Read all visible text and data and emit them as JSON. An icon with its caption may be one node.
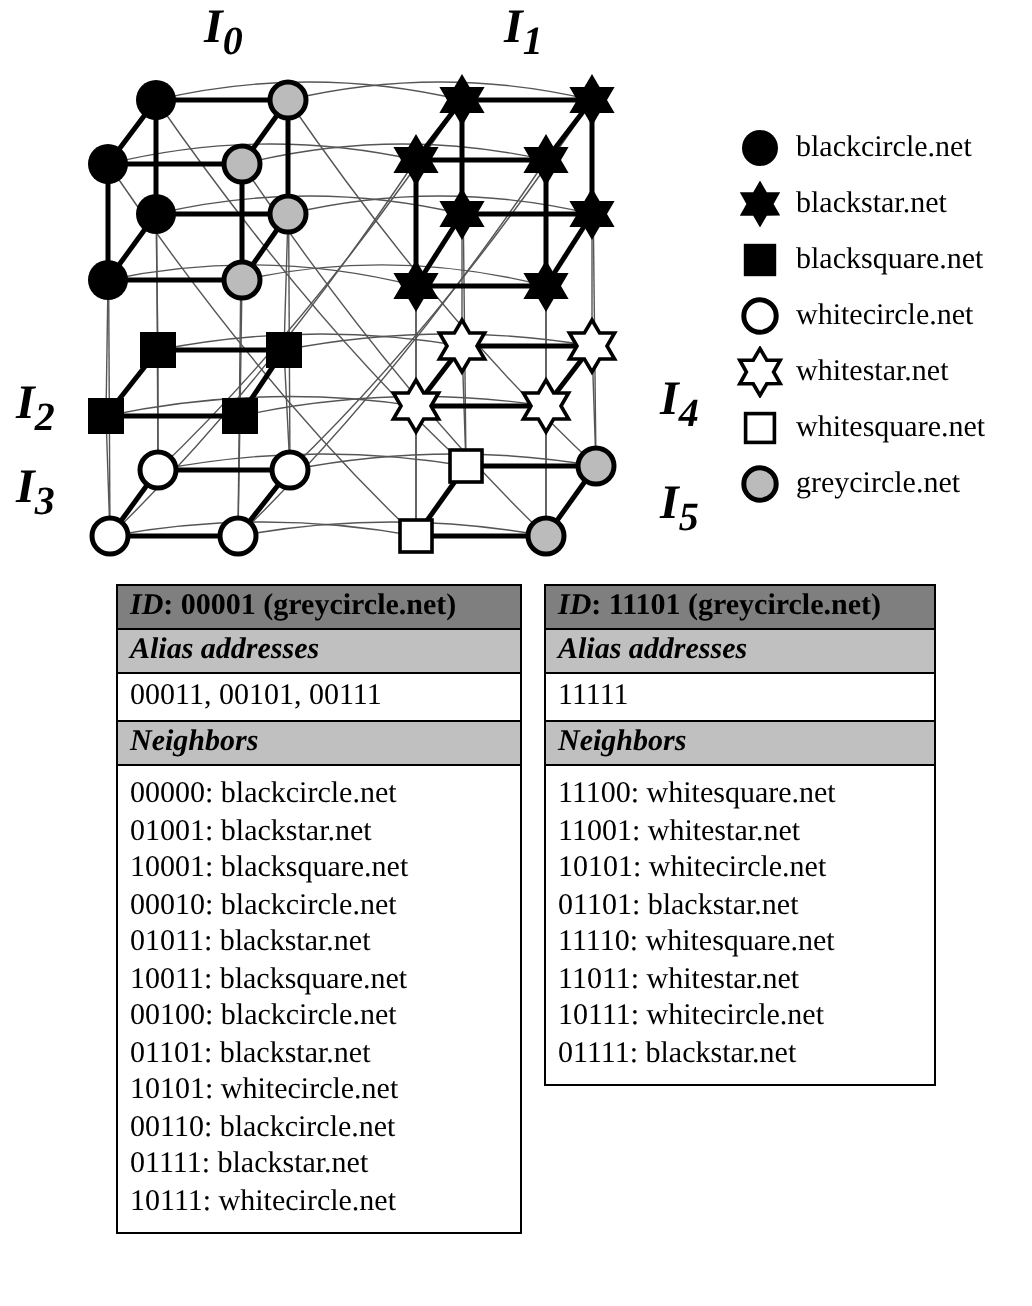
{
  "diagram": {
    "labels": [
      "I$_{0}$",
      "I$_{1}$",
      "I$_{2}$",
      "I$_{4}$",
      "I$_{3}$",
      "I$_{5}$",
      "*ID*: 00001 (greycircle.net)",
      "Alias addresses",
      "00011, 00101, 00111",
      "Neighbors",
      "00000: blackcircle.net",
      "01001: blackstar.net",
      "10001: blacksquare.net",
      "00010: blackcircle.net",
      "01011: blackstar.net",
      "10011: blacksquare.net",
      "00100: blackcircle.net",
      "01101: blackstar.net",
      "10101: whitecircle.net",
      "00110: blackcircle.net",
      "01111: blackstar.net",
      "10111: whitecircle.net",
      "*ID*: 11101 (greycircle.net)",
      "Alias addresses",
      "11111",
      "Neighbors",
      "11100: whitesquare.net",
      "11001: whitestar.net",
      "10101: whitecircle.net",
      "01101: blackstar.net",
      "11110: whitesquare.net",
      "11011: whitestar.net",
      "10111: whitecircle.net",
      "01111: blackstar.net"
    ],
    "legend": [
      {
        "text": "blackcircle.net"
      },
      {
        "text": "blackstar.net"
      },
      {
        "text": "blacksquare.net"
      },
      {
        "text": "whitecircle.net"
      },
      {
        "text": "whitestar.net"
      },
      {
        "text": "whitesquare.net"
      },
      {
        "text": "greycircle.net"
      }
    ]
  }
}
